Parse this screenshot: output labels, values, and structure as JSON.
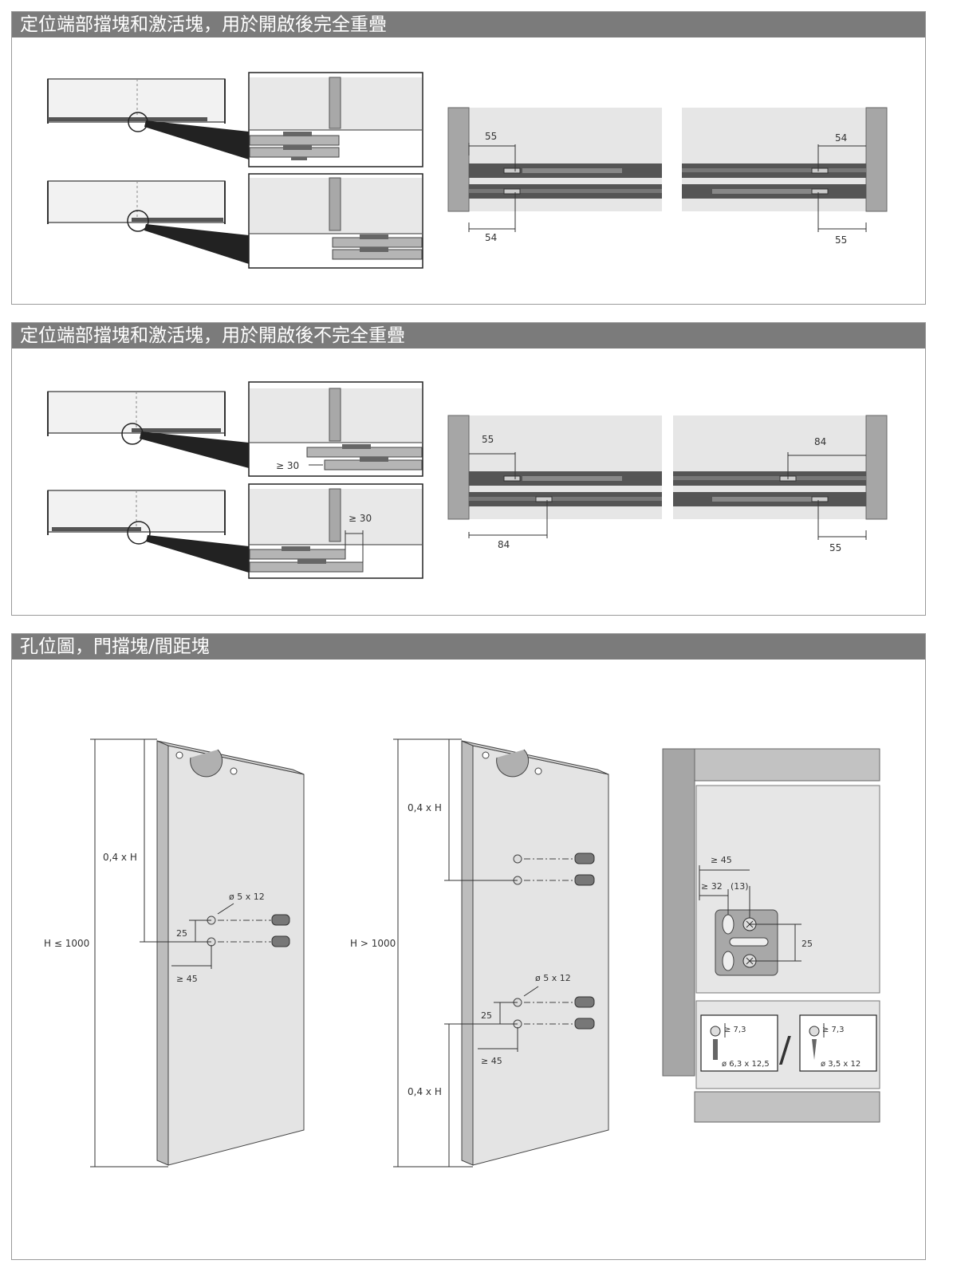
{
  "sections": [
    {
      "title": "定位端部擋塊和激活塊，用於開啟後完全重疊",
      "dims": {
        "left_top": "55",
        "left_bottom": "54",
        "right_top": "54",
        "right_bottom": "55"
      }
    },
    {
      "title": "定位端部擋塊和激活塊，用於開啟後不完全重疊",
      "dims": {
        "gap_top": "≥ 30",
        "gap_bottom": "≥ 30",
        "left_top": "55",
        "left_bottom": "84",
        "right_top": "84",
        "right_bottom": "55"
      }
    },
    {
      "title": "孔位圖，門擋塊/間距塊",
      "door_small": {
        "height_cond": "H ≤ 1000",
        "ratio": "0,4 x H",
        "hole": "ø 5 x 12",
        "pitch": "25",
        "edge": "≥ 45"
      },
      "door_large": {
        "height_cond": "H > 1000",
        "ratio_top": "0,4 x H",
        "ratio_bottom": "0,4 x H",
        "hole": "ø 5 x 12",
        "pitch": "25",
        "edge": "≥ 45"
      },
      "bracket": {
        "edge": "≥ 45",
        "edge2": "≥ 32",
        "edge2_alt": "(13)",
        "pitch": "25",
        "screw1_depth": "≥ 7,3",
        "screw1_size": "ø 6,3 x 12,5",
        "separator": "/",
        "screw2_depth": "≥ 7,3",
        "screw2_size": "ø 3,5 x 12"
      }
    }
  ],
  "colors": {
    "header": "#7b7b7b",
    "panel": "#e6e6e6",
    "rail": "#555555",
    "frame": "#a6a6a6"
  }
}
